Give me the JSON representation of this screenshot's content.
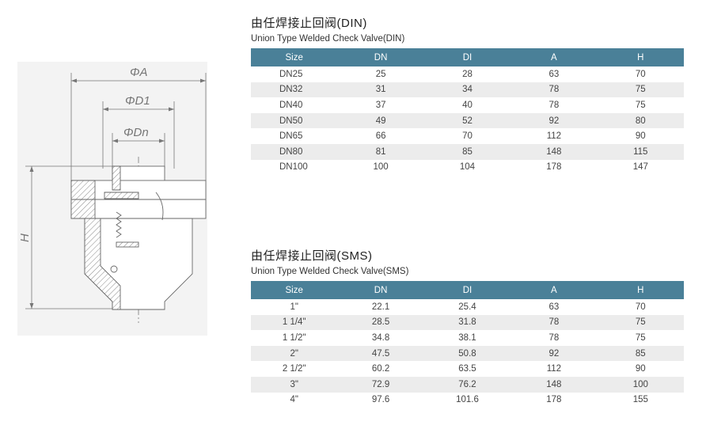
{
  "drawing": {
    "labels": {
      "A": "ΦA",
      "D1": "ΦD1",
      "Dn": "ΦDn",
      "H": "H"
    }
  },
  "din": {
    "title": "由任焊接止回阀(DIN)",
    "subtitle": "Union Type Welded Check Valve(DIN)",
    "headers": [
      "Size",
      "DN",
      "DI",
      "A",
      "H"
    ],
    "rows": [
      [
        "DN25",
        "25",
        "28",
        "63",
        "70"
      ],
      [
        "DN32",
        "31",
        "34",
        "78",
        "75"
      ],
      [
        "DN40",
        "37",
        "40",
        "78",
        "75"
      ],
      [
        "DN50",
        "49",
        "52",
        "92",
        "80"
      ],
      [
        "DN65",
        "66",
        "70",
        "112",
        "90"
      ],
      [
        "DN80",
        "81",
        "85",
        "148",
        "115"
      ],
      [
        "DN100",
        "100",
        "104",
        "178",
        "147"
      ]
    ]
  },
  "sms": {
    "title": "由任焊接止回阀(SMS)",
    "subtitle": "Union Type Welded Check Valve(SMS)",
    "headers": [
      "Size",
      "DN",
      "DI",
      "A",
      "H"
    ],
    "rows": [
      [
        "1\"",
        "22.1",
        "25.4",
        "63",
        "70"
      ],
      [
        "1 1/4\"",
        "28.5",
        "31.8",
        "78",
        "75"
      ],
      [
        "1 1/2\"",
        "34.8",
        "38.1",
        "78",
        "75"
      ],
      [
        "2\"",
        "47.5",
        "50.8",
        "92",
        "85"
      ],
      [
        "2 1/2\"",
        "60.2",
        "63.5",
        "112",
        "90"
      ],
      [
        "3\"",
        "72.9",
        "76.2",
        "148",
        "100"
      ],
      [
        "4\"",
        "97.6",
        "101.6",
        "178",
        "155"
      ]
    ]
  },
  "colors": {
    "header_bg": "#4a8098",
    "stripe": "#ececec"
  }
}
